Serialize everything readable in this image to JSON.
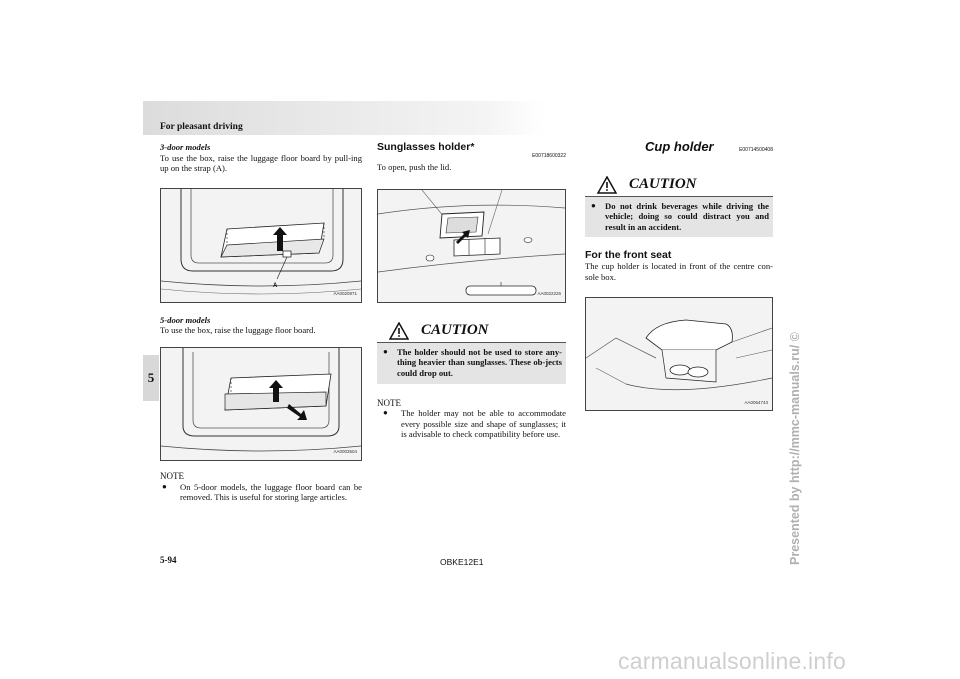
{
  "header": {
    "title": "For pleasant driving"
  },
  "section_tab": "5",
  "col1": {
    "heading_3door": "3-door models",
    "text_3door": "To use the box, raise the luggage floor board by pull-ing up on the strap (A).",
    "fig1_label_a": "A",
    "fig1_code": "AA0020871",
    "heading_5door": "5-door models",
    "text_5door": "To use the box, raise the luggage floor board.",
    "fig2_code": "AA0003504",
    "note_heading": "NOTE",
    "note_text": "On 5-door models, the luggage floor board can be removed. This is useful for storing large articles."
  },
  "col2": {
    "heading": "Sunglasses holder*",
    "code": "E00718600322",
    "text": "To open, push the lid.",
    "fig_code": "AA0022226",
    "caution_word": "CAUTION",
    "caution_text": "The holder should not be used to store any-thing heavier than sunglasses. These ob-jects could drop out.",
    "note_heading": "NOTE",
    "note_text": "The holder may not be able to accommodate every possible size and shape of sunglasses; it is advisable to check compatibility before use."
  },
  "col3": {
    "title": "Cup holder",
    "code": "E00714500408",
    "caution_word": "CAUTION",
    "caution_text": "Do not drink beverages while driving the vehicle; doing so could distract you and result in an accident.",
    "subheading": "For the front seat",
    "text": "The cup holder is located in front of the centre con-sole box.",
    "fig_code": "AA0064743"
  },
  "footer": {
    "page": "5-94",
    "doc_code": "OBKE12E1"
  },
  "watermarks": {
    "vertical": "Presented by http://mmc-manuals.ru/ ©",
    "bottom": "carmanualsonline.info"
  }
}
